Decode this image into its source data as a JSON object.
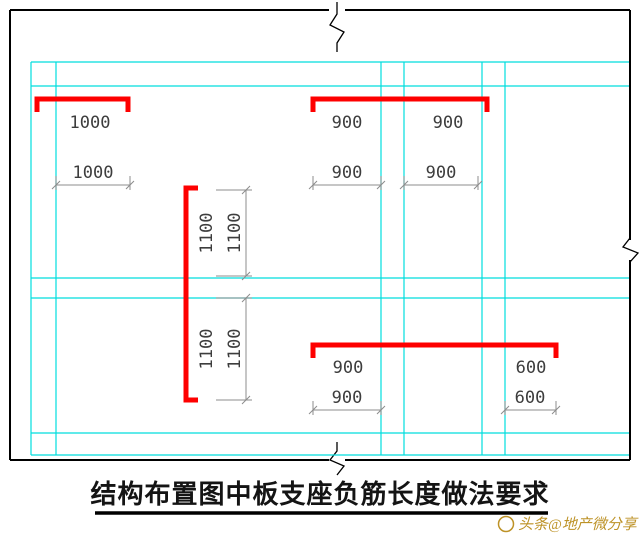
{
  "title": "结构布置图中板支座负筋长度做法要求",
  "watermark": {
    "text": "头条@地产微分享"
  },
  "colors": {
    "wall": "#00dede",
    "rebar": "#fe0000",
    "dim_line": "#8c8c8c",
    "dim_text": "#3d3d3d",
    "watermark": "#bd9226"
  },
  "bar_labels": {
    "top_left": "1000",
    "top_mid_left": "900",
    "top_mid_right": "900",
    "vertical_upper": "1100",
    "vertical_lower": "1100",
    "bottom_left": "900",
    "bottom_right": "600"
  },
  "dimensions": {
    "top_left": "1000",
    "top_mid_left": "900",
    "top_mid_right": "900",
    "vertical_upper": "1100",
    "vertical_lower": "1100",
    "bottom_left": "900",
    "bottom_right": "600"
  }
}
